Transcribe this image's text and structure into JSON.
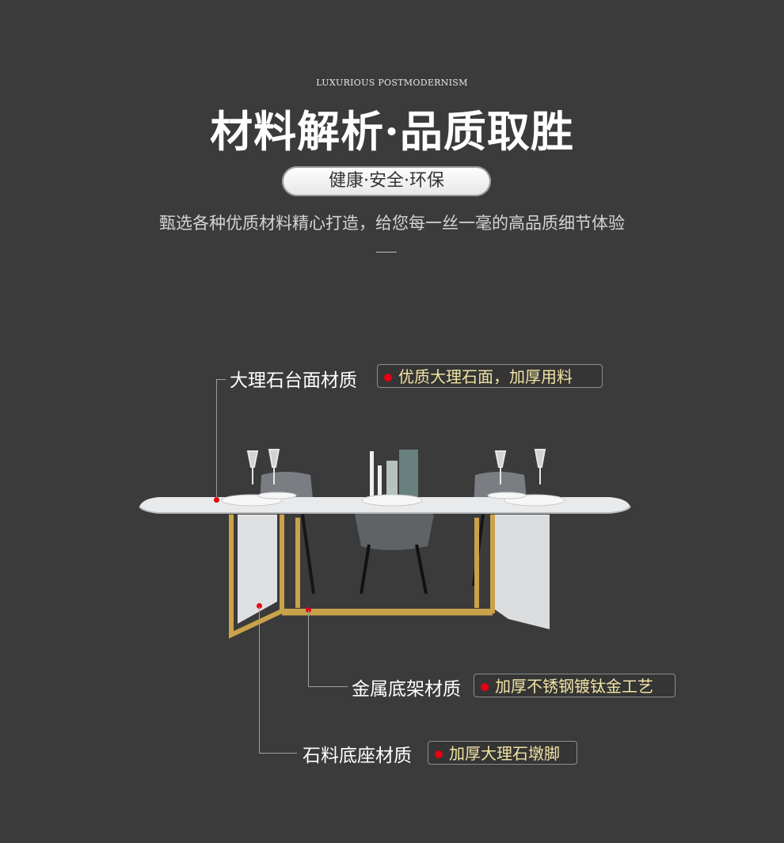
{
  "header": {
    "eyebrow": "LUXURIOUS POSTMODERNISM",
    "title": "材料解析·品质取胜",
    "pill": "健康·安全·环保",
    "subtitle": "甄选各种优质材料精心打造，给您每一丝一毫的高品质细节体验"
  },
  "callouts": [
    {
      "label": "大理石台面材质",
      "tag": "优质大理石面，加厚用料"
    },
    {
      "label": "金属底架材质",
      "tag": "加厚不锈钢镀钛金工艺"
    },
    {
      "label": "石料底座材质",
      "tag": "加厚大理石墩脚"
    }
  ],
  "colors": {
    "background": "#3b3b3b",
    "tag_text": "#f1e3a4",
    "marker": "#e60012",
    "gold": "#c9a24a"
  }
}
